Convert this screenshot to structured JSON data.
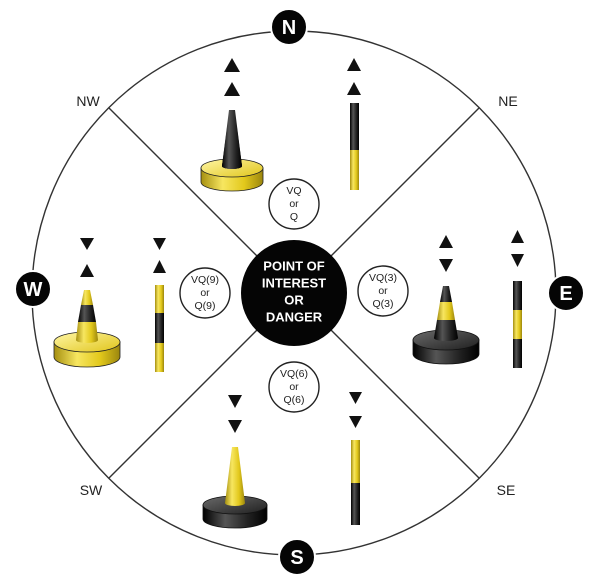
{
  "center_label": {
    "lines": [
      "POINT OF",
      "INTEREST",
      "OR",
      "DANGER"
    ]
  },
  "cardinals": {
    "north": "N",
    "east": "E",
    "south": "S",
    "west": "W"
  },
  "intercardinals": {
    "nw": "NW",
    "ne": "NE",
    "sw": "SW",
    "se": "SE"
  },
  "light_characteristics": {
    "north": [
      "VQ",
      "or",
      "Q"
    ],
    "east": [
      "VQ(3)",
      "or",
      "Q(3)"
    ],
    "south": [
      "VQ(6)",
      "or",
      "Q(6)"
    ],
    "west": [
      "VQ(9)",
      "or",
      "Q(9)"
    ]
  },
  "colors": {
    "yellow": "#ecd51e",
    "black": "#1a1a1a",
    "line": "#333333"
  },
  "marks": {
    "north": {
      "topmark": "two-cones-pointing-up",
      "pattern": "black-over-yellow"
    },
    "east": {
      "topmark": "cones-base-to-base",
      "pattern": "black-yellow-black"
    },
    "south": {
      "topmark": "two-cones-pointing-down",
      "pattern": "yellow-over-black"
    },
    "west": {
      "topmark": "cones-point-to-point",
      "pattern": "yellow-black-yellow"
    }
  }
}
